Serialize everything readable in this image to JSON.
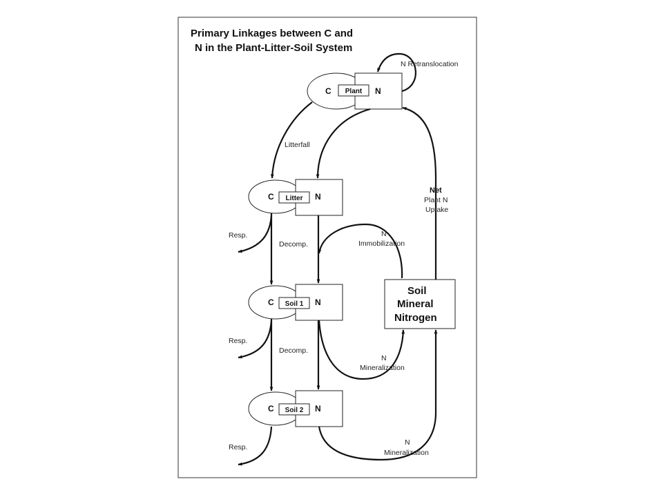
{
  "title": {
    "line1": "Primary Linkages between C and",
    "line2": "N in the Plant-Litter-Soil System"
  },
  "pools": {
    "plant": {
      "c": "C",
      "n": "N",
      "label": "Plant"
    },
    "litter": {
      "c": "C",
      "n": "N",
      "label": "Litter"
    },
    "soil1": {
      "c": "C",
      "n": "N",
      "label": "Soil 1"
    },
    "soil2": {
      "c": "C",
      "n": "N",
      "label": "Soil 2"
    }
  },
  "mineral": {
    "line1": "Soil",
    "line2": "Mineral",
    "line3": "Nitrogen"
  },
  "flows": {
    "retranslocation": "N Retranslocation",
    "litterfall": "Litterfall",
    "uptake_net": "Net",
    "uptake_plant_n": "Plant N",
    "uptake_uptake": "Uptake",
    "immobilization_n": "N",
    "immobilization_label": "Immobilization",
    "mineralization1_n": "N",
    "mineralization1_label": "Mineralization",
    "mineralization2_n": "N",
    "mineralization2_label": "Mineralization",
    "resp1": "Resp.",
    "resp2": "Resp.",
    "resp3": "Resp.",
    "decomp1": "Decomp.",
    "decomp2": "Decomp."
  }
}
